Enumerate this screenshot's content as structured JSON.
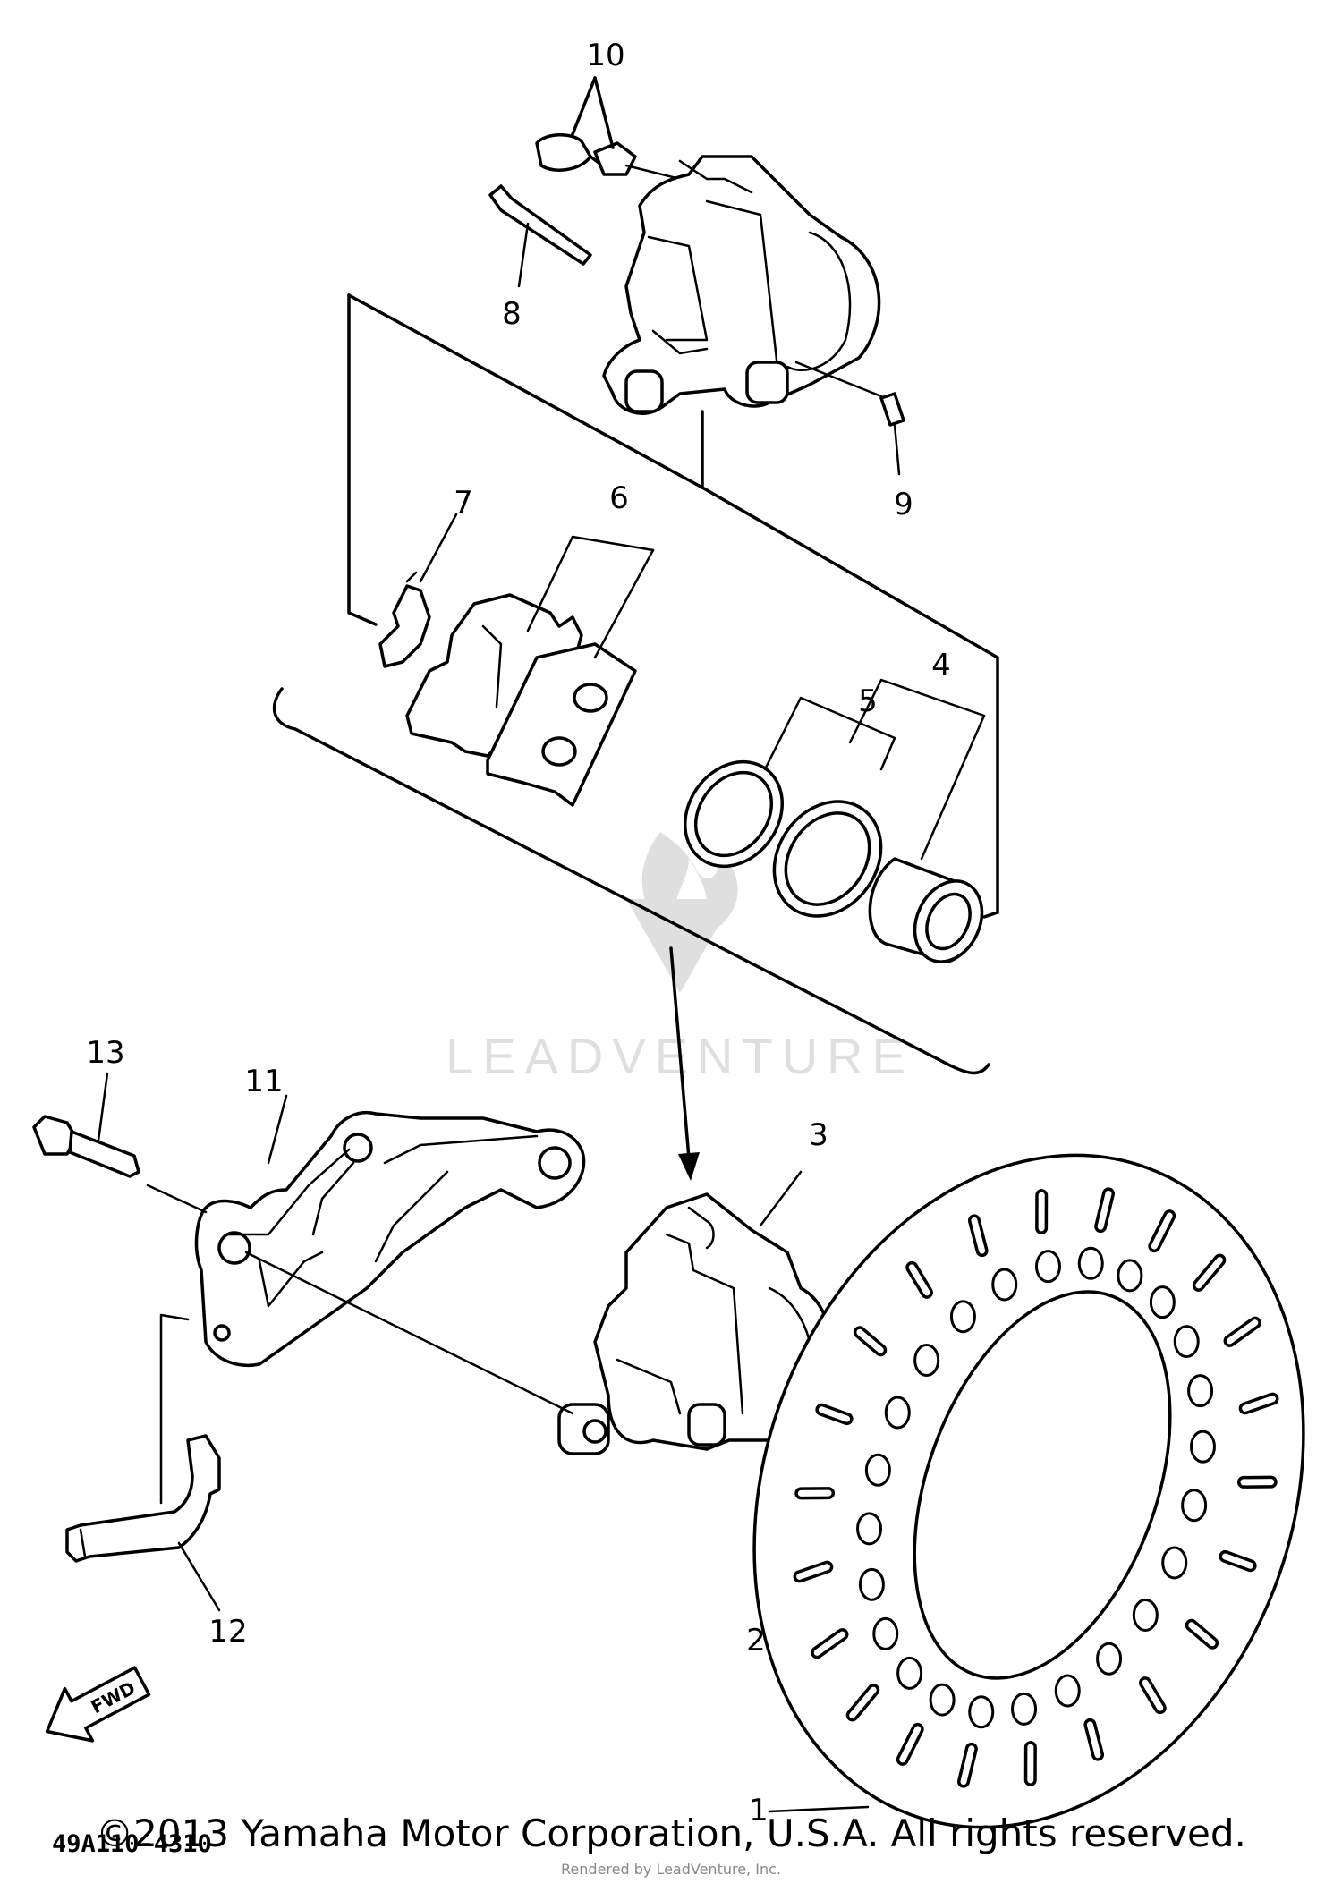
{
  "diagram": {
    "part_numbers": [
      "1",
      "2",
      "3",
      "4",
      "5",
      "6",
      "7",
      "8",
      "9",
      "10",
      "11",
      "12",
      "13"
    ],
    "reference_code": "49A110-4310",
    "fwd_arrow_text": "FWD",
    "watermark_text": "LEADVENTURE",
    "copyright": "©2013 Yamaha Motor Corporation, U.S.A. All rights reserved.",
    "attribution": "Rendered by LeadVenture, Inc."
  }
}
